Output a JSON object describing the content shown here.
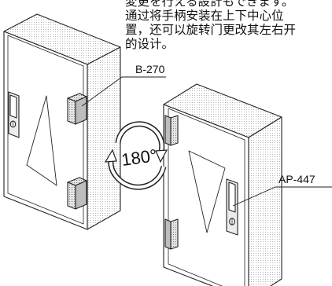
{
  "caption": {
    "lines": [
      "変更を行える設計もできます。",
      "通过将手柄安装在上下中心位",
      "置，还可以旋转门更改其左右开",
      "的设计。"
    ]
  },
  "labels": {
    "hinge": "B-270",
    "handle": "AP-447"
  },
  "rotation": {
    "text": "180°"
  }
}
